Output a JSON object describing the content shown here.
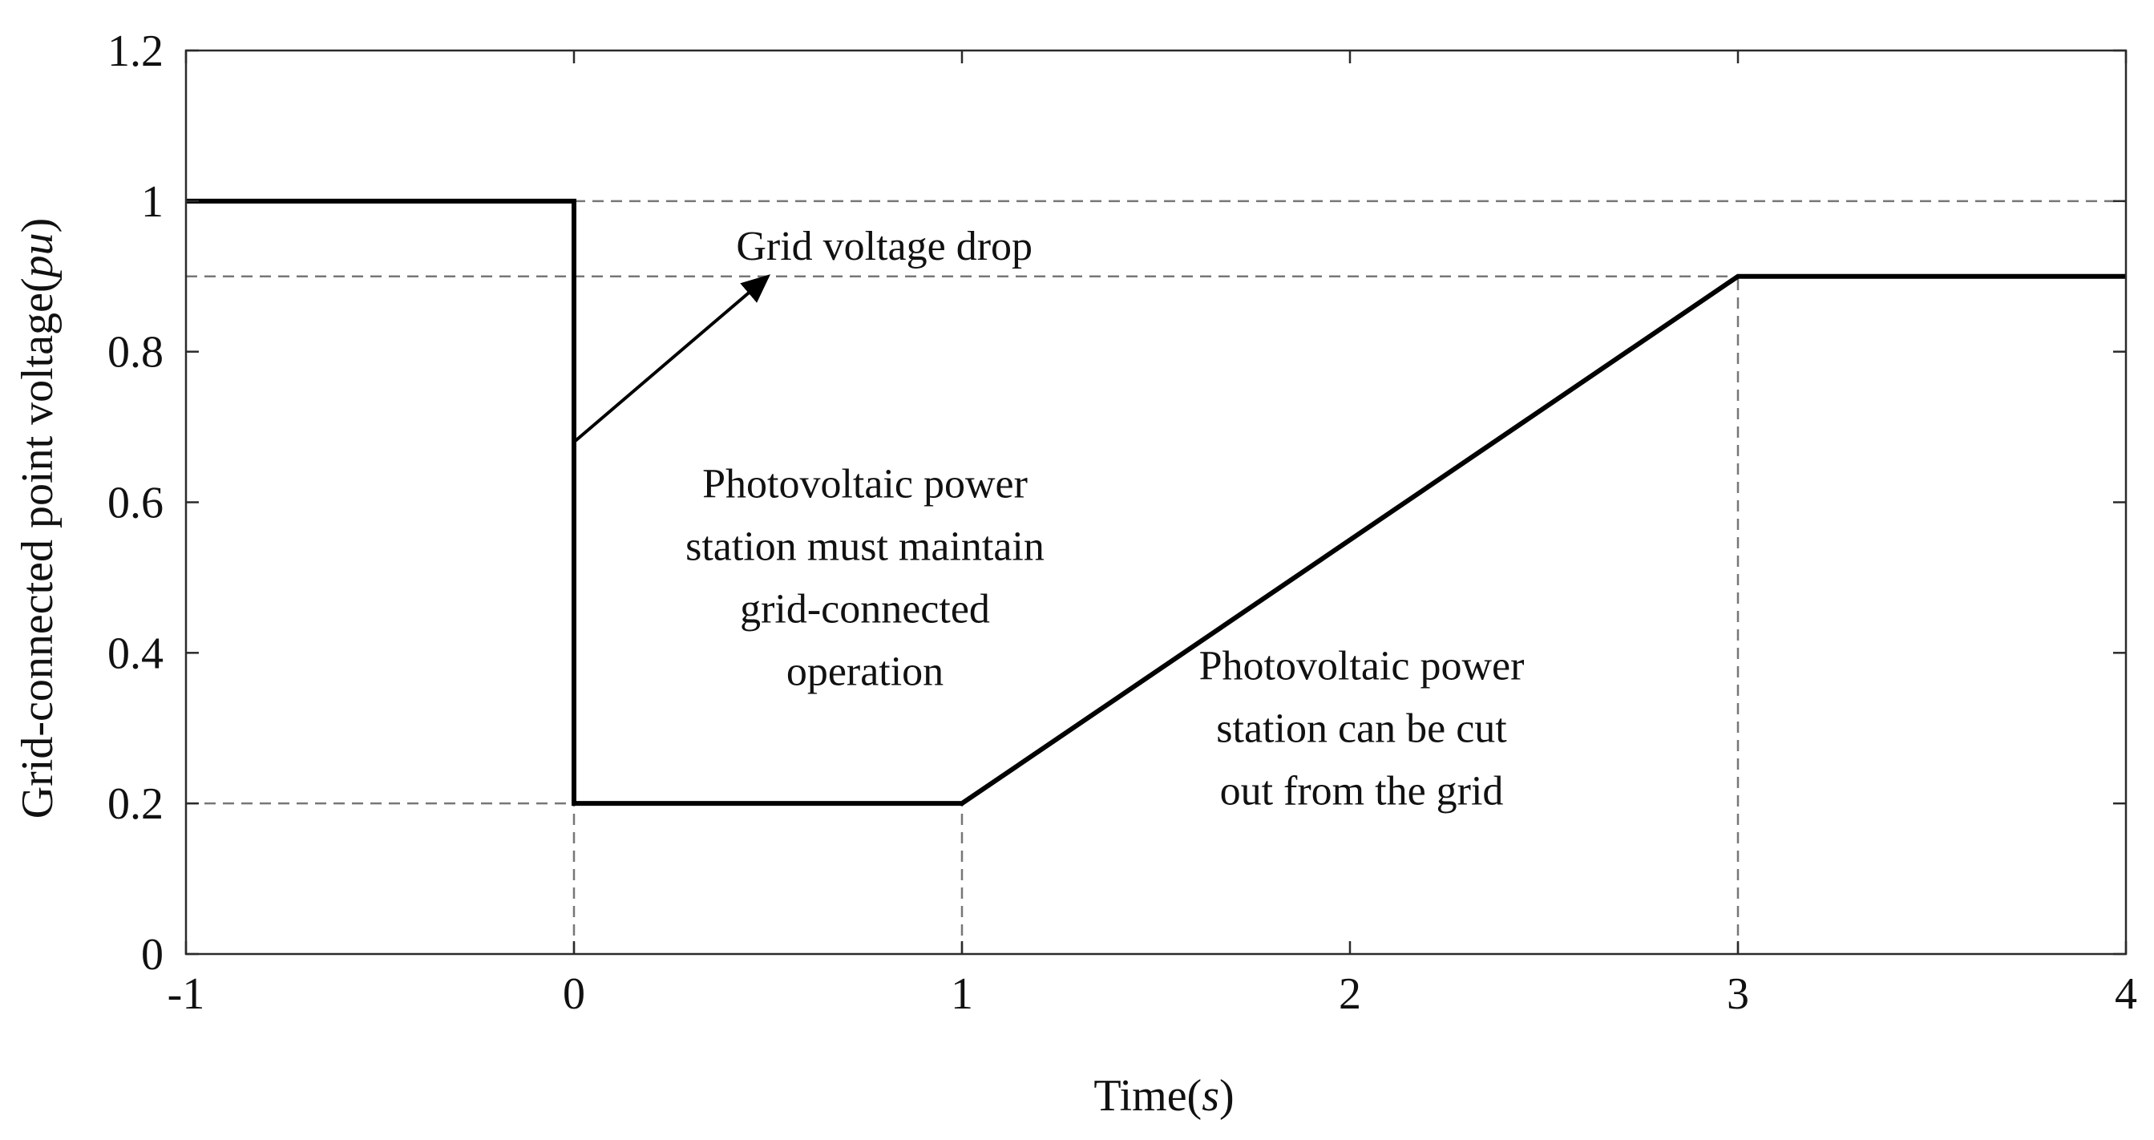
{
  "chart_data": {
    "type": "line",
    "title": "",
    "xlabel": "Time",
    "xlabel_unit": "s",
    "ylabel": "Grid-connected point voltage",
    "ylabel_unit": "pu",
    "xlim": [
      -1,
      4
    ],
    "ylim": [
      0,
      1.2
    ],
    "x_ticks": [
      -1,
      0,
      1,
      2,
      3,
      4
    ],
    "x_tick_labels": [
      "-1",
      "0",
      "1",
      "2",
      "3",
      "4"
    ],
    "y_ticks": [
      0,
      0.2,
      0.4,
      0.6,
      0.8,
      1,
      1.2
    ],
    "y_tick_labels": [
      "0",
      "0.2",
      "0.4",
      "0.6",
      "0.8",
      "1",
      "1.2"
    ],
    "grid": false,
    "legend": "none",
    "series": [
      {
        "x": [
          -1,
          0,
          0,
          1,
          3,
          4
        ],
        "y": [
          1,
          1,
          0.2,
          0.2,
          0.9,
          0.9
        ],
        "color": "#000000",
        "style": "solid"
      }
    ],
    "reference_lines": {
      "horizontal": [
        {
          "y": 1,
          "x_from": 0,
          "x_to": 4
        },
        {
          "y": 0.9,
          "x_from": -1,
          "x_to": 4
        },
        {
          "y": 0.2,
          "x_from": -1,
          "x_to": 0
        }
      ],
      "vertical": [
        {
          "x": 0,
          "y_from": 0,
          "y_to": 1
        },
        {
          "x": 1,
          "y_from": 0,
          "y_to": 0.2
        },
        {
          "x": 3,
          "y_from": 0,
          "y_to": 0.9
        }
      ],
      "style": "dashed",
      "color": "#777777"
    },
    "arrow": {
      "from": [
        0,
        0.68
      ],
      "to": [
        0.5,
        0.9
      ]
    },
    "annotations": [
      {
        "lines": [
          "Grid voltage drop"
        ],
        "x": 0.8,
        "y": 0.94
      },
      {
        "lines": [
          "Photovoltaic power",
          "station must maintain",
          "grid-connected",
          "operation"
        ],
        "x": 0.75,
        "y": 0.5
      },
      {
        "lines": [
          "Photovoltaic power",
          "station can be cut",
          "out from the grid"
        ],
        "x": 2.03,
        "y": 0.3
      }
    ]
  }
}
